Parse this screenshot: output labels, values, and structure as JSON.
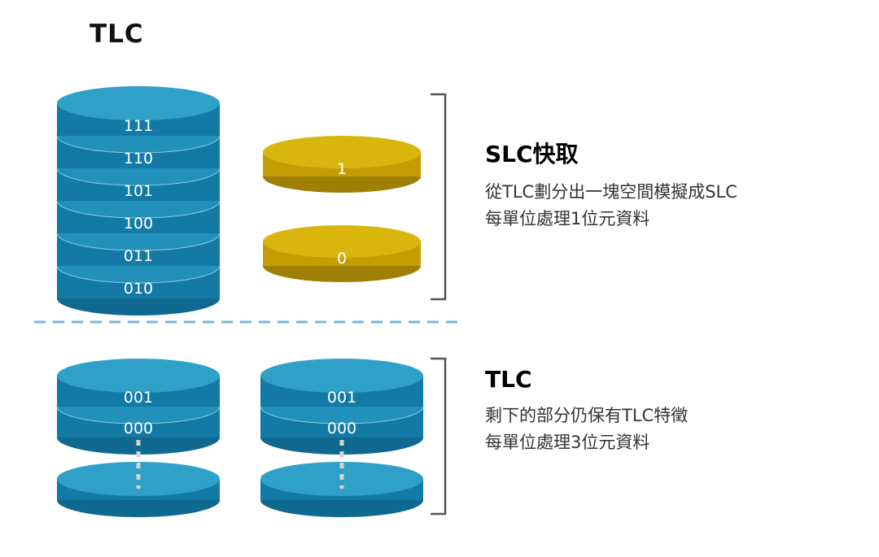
{
  "top": {
    "stack_title": "TLC",
    "tlc_labels": [
      "111",
      "110",
      "101",
      "100",
      "011",
      "010"
    ],
    "slc_disk_labels": [
      "1",
      "0"
    ],
    "heading": "SLC快取",
    "desc1": "從TLC劃分出一塊空間模擬成SLC",
    "desc2": "每單位處理1位元資料"
  },
  "bottom": {
    "left_stack_labels": [
      "001",
      "000"
    ],
    "right_stack_labels": [
      "001",
      "000"
    ],
    "heading": "TLC",
    "desc1": "剩下的部分仍保有TLC特徵",
    "desc2": "每單位處理3位元資料"
  },
  "colors": {
    "teal_body": "#1379A5",
    "teal_light": "#2FA0C8",
    "gold_body": "#C49D05",
    "gold_light": "#D9B60E",
    "bracket": "#555555",
    "divider": "#7AB5DA",
    "connector_dash": "#D5D5D5"
  }
}
